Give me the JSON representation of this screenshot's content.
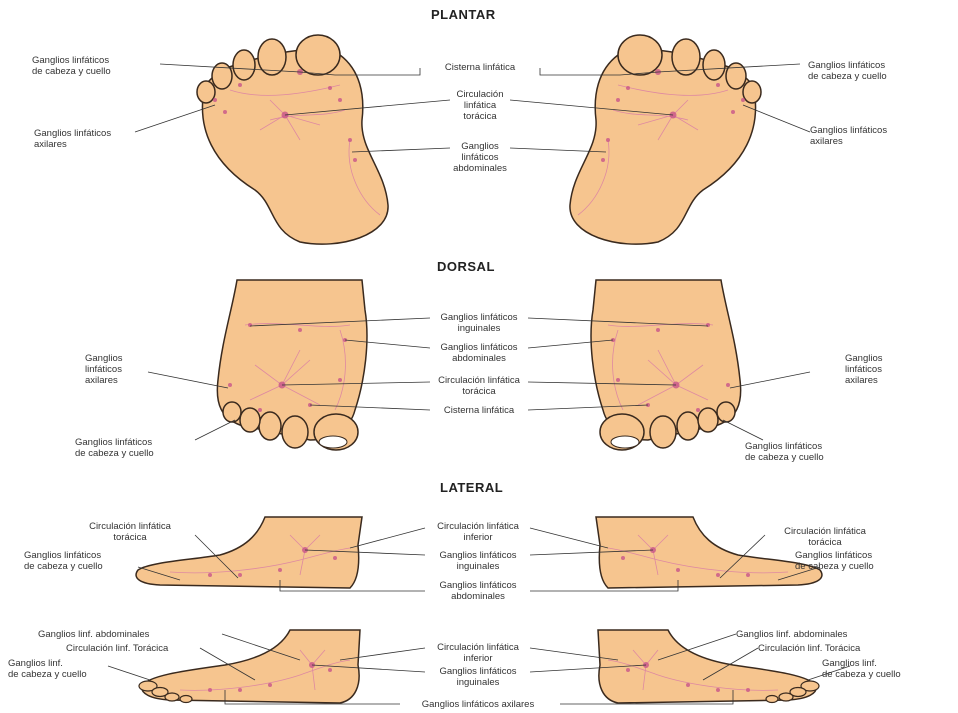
{
  "sections": {
    "plantar": "PLANTAR",
    "dorsal": "DORSAL",
    "lateral": "LATERAL"
  },
  "colors": {
    "skin": "#f6c58f",
    "outline": "#3a2a1e",
    "lymph": "#c9558a",
    "vessel": "#d97aa6"
  },
  "plantar": {
    "left_head": [
      "Ganglios linfáticos",
      "de cabeza y cuello"
    ],
    "left_axil": [
      "Ganglios linfáticos",
      "axilares"
    ],
    "cisterna": "Cisterna linfática",
    "circ": [
      "Circulación",
      "linfática",
      "torácica"
    ],
    "abd": [
      "Ganglios",
      "linfáticos",
      "abdominales"
    ],
    "right_head": [
      "Ganglios linfáticos",
      "de cabeza y cuello"
    ],
    "right_axil": [
      "Ganglios linfáticos",
      "axilares"
    ]
  },
  "dorsal": {
    "ingu": [
      "Ganglios linfáticos",
      "inguinales"
    ],
    "abd": [
      "Ganglios linfáticos",
      "abdominales"
    ],
    "left_axil": [
      "Ganglios",
      "linfáticos",
      "axilares"
    ],
    "right_axil": [
      "Ganglios",
      "linfáticos",
      "axilares"
    ],
    "circ": [
      "Circulación linfática",
      "torácica"
    ],
    "cisterna": "Cisterna linfática",
    "left_head": [
      "Ganglios linfáticos",
      "de cabeza y cuello"
    ],
    "right_head": [
      "Ganglios linfáticos",
      "de cabeza y cuello"
    ]
  },
  "lateral1": {
    "left_circ": [
      "Circulación linfática",
      "torácica"
    ],
    "left_head": [
      "Ganglios linfáticos",
      "de cabeza y cuello"
    ],
    "circ_inf": [
      "Circulación linfática",
      "inferior"
    ],
    "ingu": [
      "Ganglios linfáticos",
      "inguinales"
    ],
    "abd": [
      "Ganglios linfáticos",
      "abdominales"
    ],
    "right_circ": [
      "Circulación linfática",
      "torácica"
    ],
    "right_head": [
      "Ganglios linfáticos",
      "de cabeza y cuello"
    ]
  },
  "lateral2": {
    "left_abd": "Ganglios linf. abdominales",
    "left_circ": "Circulación linf. Torácica",
    "left_head": [
      "Ganglios linf.",
      "de cabeza y cuello"
    ],
    "circ": [
      "Circulación linfática",
      "inferior"
    ],
    "ingu": [
      "Ganglios linfáticos",
      "inguinales"
    ],
    "axil": "Ganglios linfáticos axilares",
    "right_abd": "Ganglios linf. abdominales",
    "right_circ": "Circulación linf. Torácica",
    "right_head": [
      "Ganglios linf.",
      "de cabeza y cuello"
    ]
  }
}
